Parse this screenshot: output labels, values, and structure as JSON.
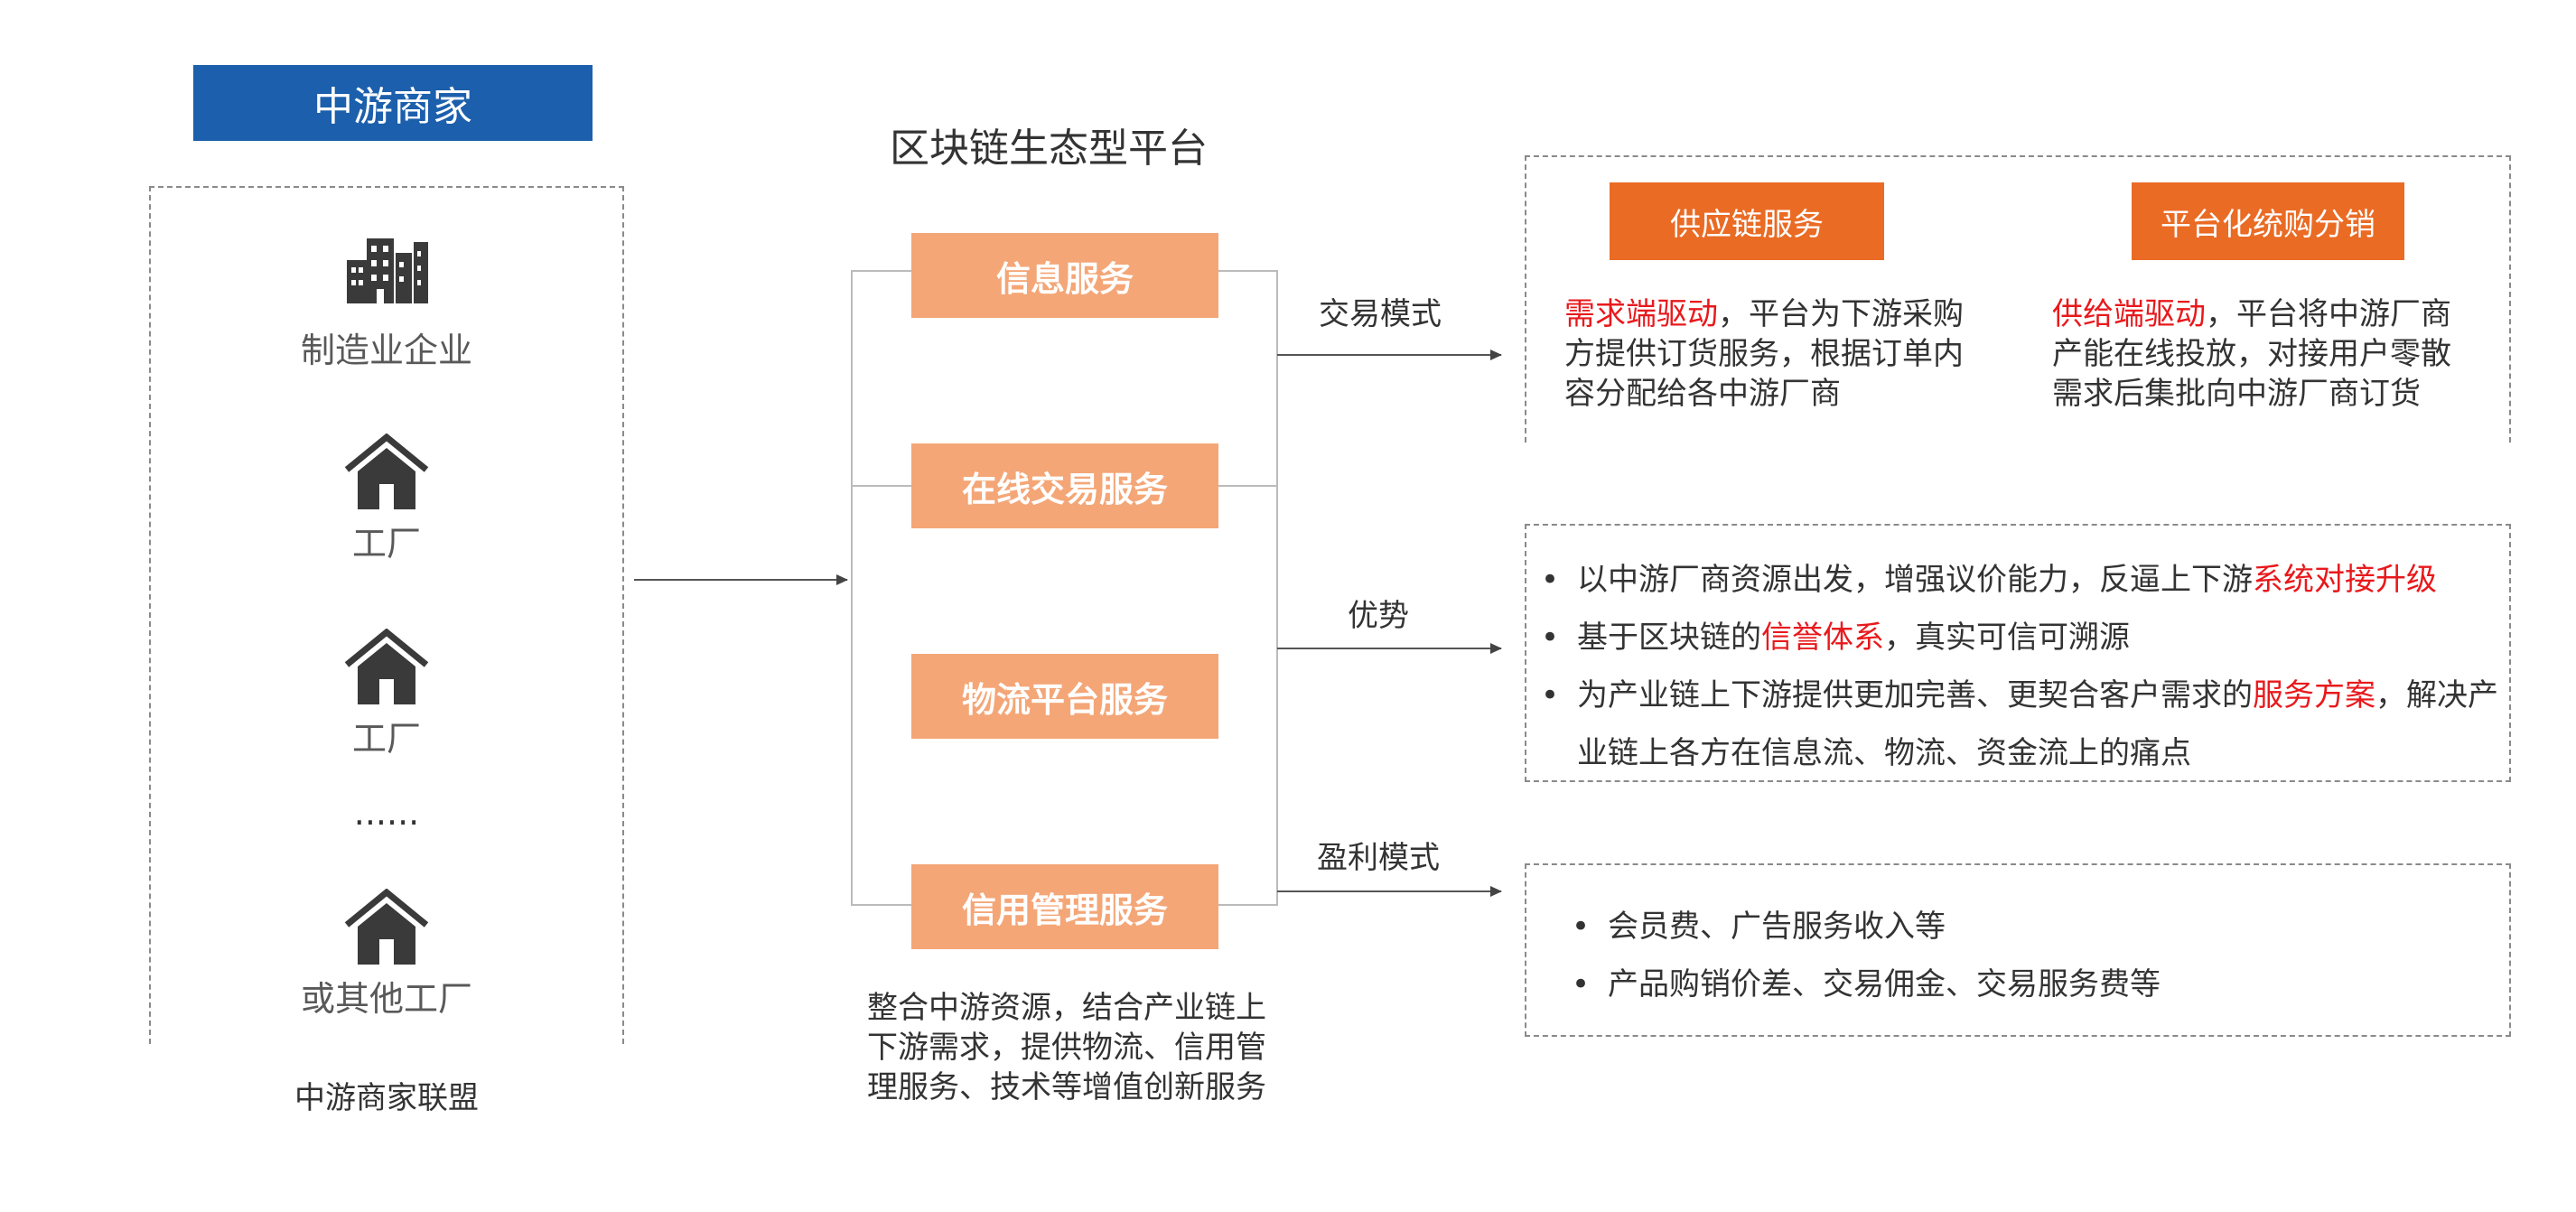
{
  "merchant": {
    "header": "中游商家",
    "items": [
      {
        "label": "制造业企业",
        "icon": "building-icon"
      },
      {
        "label": "工厂",
        "icon": "house-icon"
      },
      {
        "label": "工厂",
        "icon": "house-icon"
      },
      {
        "label": "......",
        "icon": ""
      },
      {
        "label": "或其他工厂",
        "icon": "house-icon"
      }
    ],
    "footer": "中游商家联盟"
  },
  "platform": {
    "title": "区块链生态型平台",
    "services": [
      "信息服务",
      "在线交易服务",
      "物流平台服务",
      "信用管理服务"
    ],
    "description": "整合中游资源，结合产业链上下游需求，提供物流、信用管理服务、技术等增值创新服务"
  },
  "connectors": {
    "trade": "交易模式",
    "advantage": "优势",
    "profit": "盈利模式"
  },
  "trade_panel": {
    "left": {
      "button": "供应链服务",
      "highlight": "需求端驱动",
      "text": "，平台为下游采购方提供订货服务，根据订单内容分配给各中游厂商"
    },
    "right": {
      "button": "平台化统购分销",
      "highlight": "供给端驱动",
      "text": "，平台将中游厂商产能在线投放，对接用户零散需求后集批向中游厂商订货"
    }
  },
  "advantages": {
    "bullet": "•",
    "item1_pre": "以中游厂商资源出发，增强议价能力，反逼上下游",
    "item1_red": "系统对接升级",
    "item2_pre": "基于区块链的",
    "item2_red": "信誉体系",
    "item2_post": "，真实可信可溯源",
    "item3_pre": "为产业链上下游提供更加完善、更契合客户需求的",
    "item3_red": "服务方案",
    "item3_post": "，解决产业链上各方在信息流、物流、资金流上的痛点"
  },
  "profit_items": [
    "会员费、广告服务收入等",
    "产品购销价差、交易佣金、交易服务费等"
  ],
  "colors": {
    "header_blue": "#1c5fac",
    "service_orange": "#f4a677",
    "button_orange": "#ea6b24",
    "highlight_red": "#e8191c"
  }
}
